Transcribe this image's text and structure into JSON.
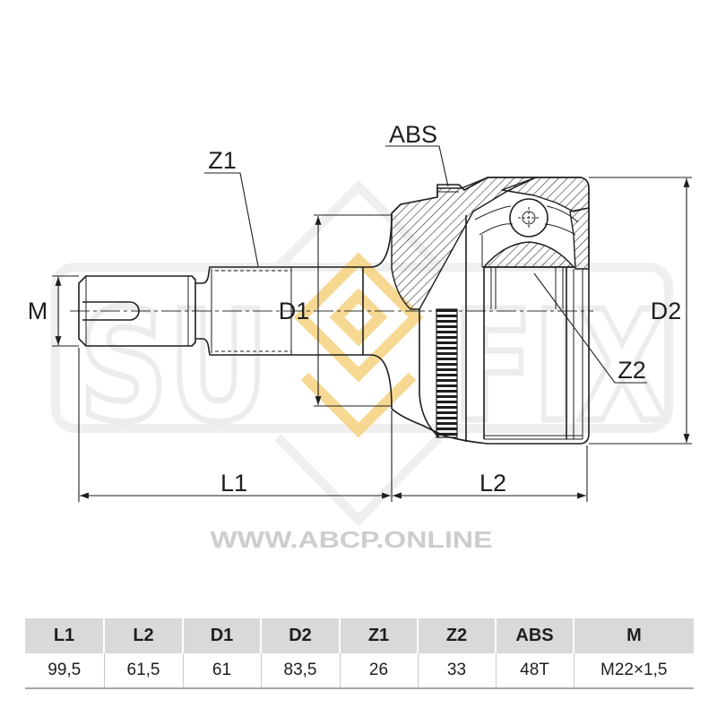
{
  "drawing": {
    "labels": {
      "abs": "ABS",
      "z1": "Z1",
      "m": "M",
      "d1": "D1",
      "d2": "D2",
      "z2": "Z2",
      "l1": "L1",
      "l2": "L2"
    }
  },
  "watermark": {
    "left": "SU",
    "right": "FIX",
    "site_text": "WWW.ABCP.ONLINE"
  },
  "colors": {
    "line": "#1e1e1e",
    "logo_yellow": "#f5d27f",
    "watermark_gray": "#ececec",
    "table_header_bg": "#d9d9d9"
  },
  "table": {
    "headers": [
      "L1",
      "L2",
      "D1",
      "D2",
      "Z1",
      "Z2",
      "ABS",
      "M"
    ],
    "values": [
      "99,5",
      "61,5",
      "61",
      "83,5",
      "26",
      "33",
      "48T",
      "M22×1,5"
    ]
  }
}
